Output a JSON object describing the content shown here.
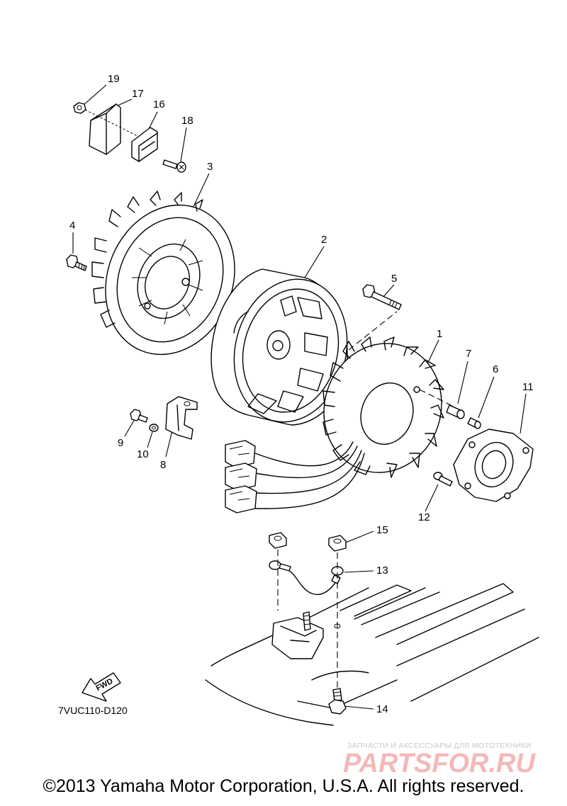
{
  "diagram_code": "7VUC110-D120",
  "fwd_label": "FWD",
  "copyright": "©2013 Yamaha Motor Corporation, U.S.A. All rights reserved.",
  "watermark": {
    "tagline": "ЗАПЧАСТИ И АКСЕССУАРЫ ДЛЯ МОТОТЕХНИКИ",
    "brand": "PARTSFOR.RU"
  },
  "part_labels": {
    "p1": "1",
    "p2": "2",
    "p3": "3",
    "p4": "4",
    "p5": "5",
    "p6": "6",
    "p7": "7",
    "p8": "8",
    "p9": "9",
    "p10": "10",
    "p11": "11",
    "p12": "12",
    "p13": "13",
    "p14": "14",
    "p15": "15",
    "p16": "16",
    "p17": "17",
    "p18": "18",
    "p19": "19"
  }
}
